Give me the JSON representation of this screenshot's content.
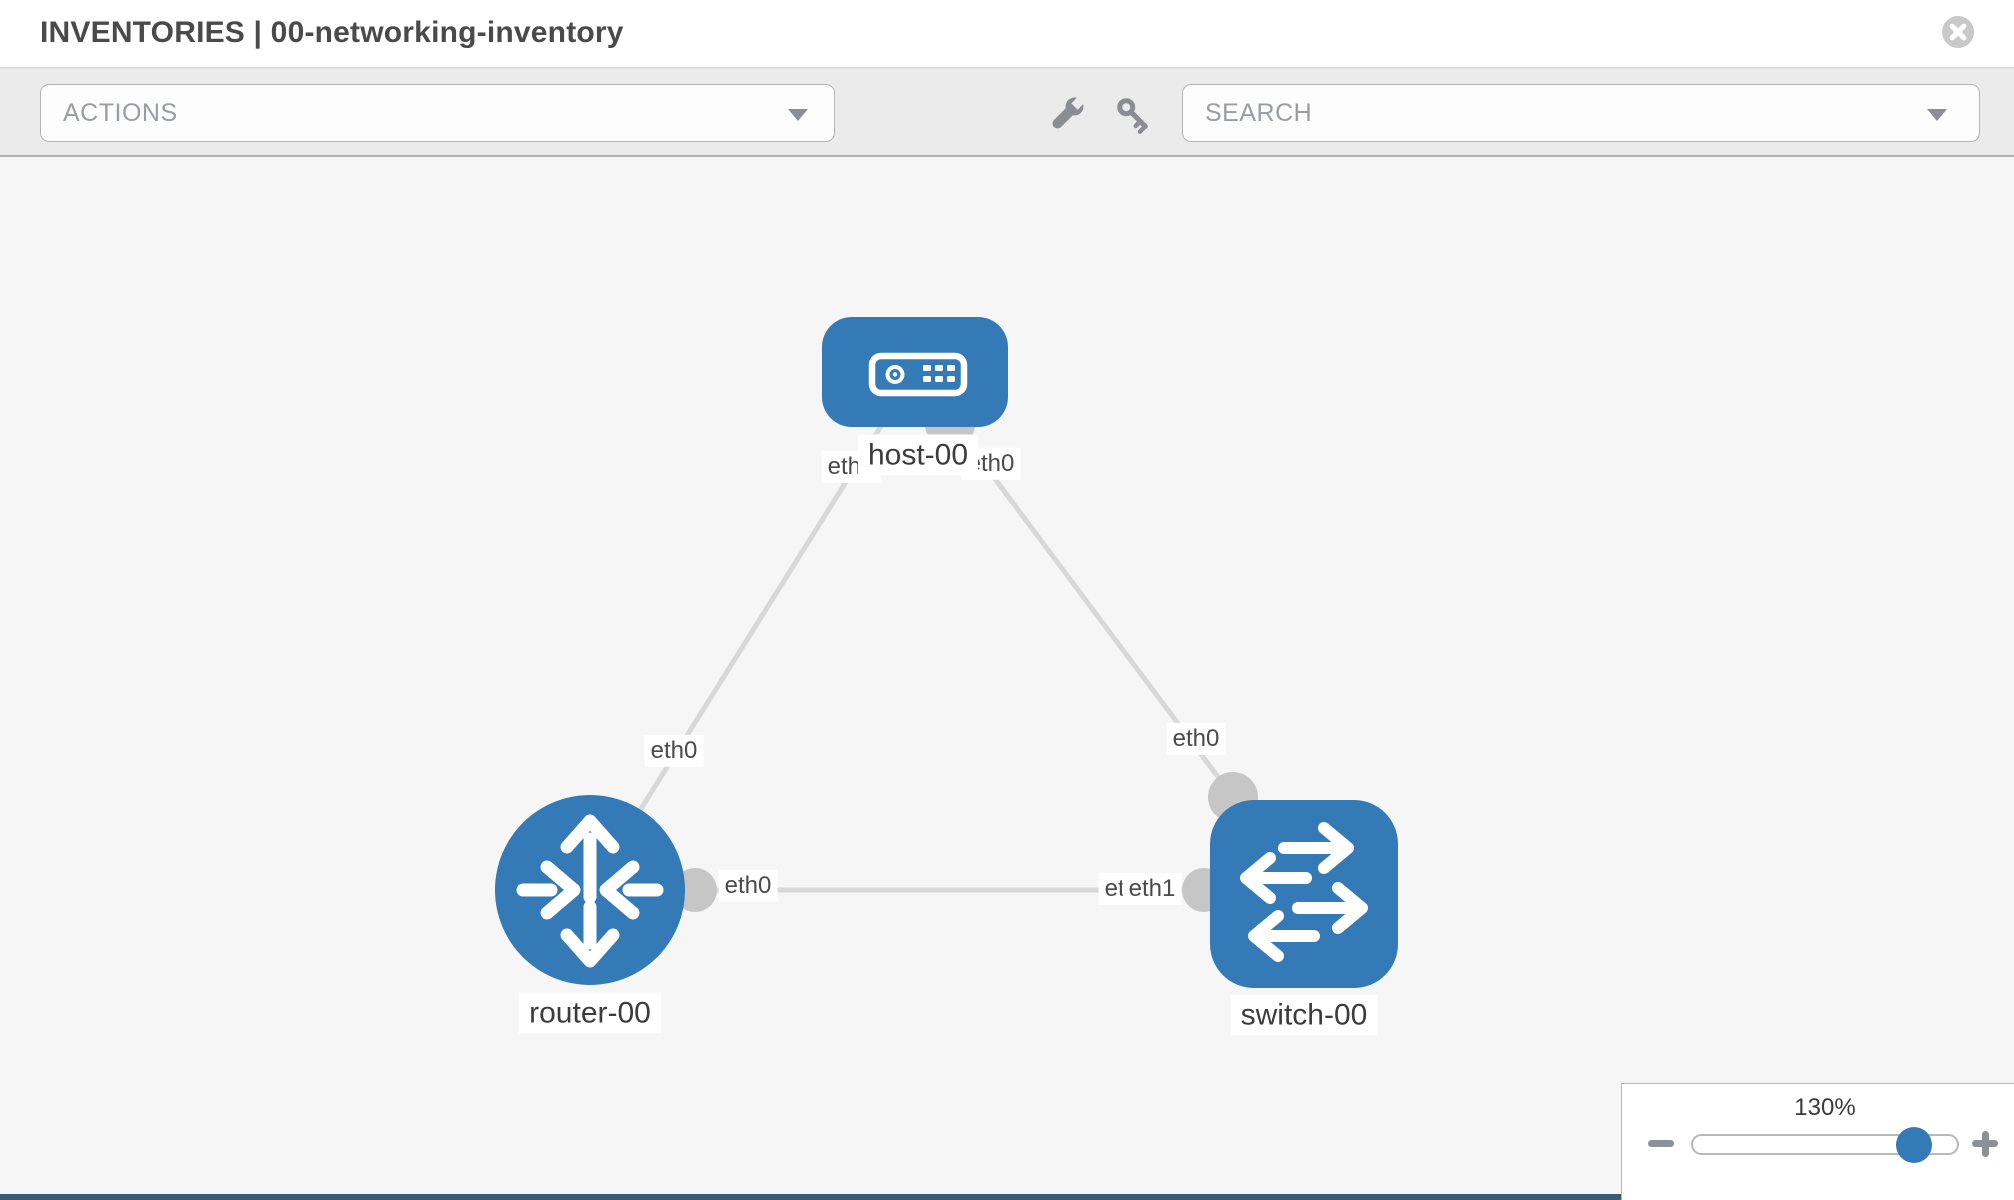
{
  "header": {
    "title": "INVENTORIES | 00-networking-inventory"
  },
  "toolbar": {
    "actions_label": "ACTIONS",
    "search_placeholder": "SEARCH"
  },
  "icons": {
    "close": "x-circle-icon",
    "actions_caret": "chevron-down-icon",
    "search_caret": "chevron-down-icon",
    "tools": [
      "wrench-icon",
      "key-icon"
    ],
    "zoom_out": "minus-icon",
    "zoom_in": "plus-icon"
  },
  "topology": {
    "nodes": [
      {
        "label": "host-00",
        "type": "host",
        "icon": "server-icon"
      },
      {
        "label": "router-00",
        "type": "router",
        "icon": "router-arrows-icon"
      },
      {
        "label": "switch-00",
        "type": "switch",
        "icon": "switch-arrows-icon"
      }
    ],
    "links": [
      {
        "source": "host-00",
        "source_interface": "eth0",
        "target": "router-00",
        "target_interface": "eth0"
      },
      {
        "source": "host-00",
        "source_interface": "eth0",
        "target": "switch-00",
        "target_interface": "eth0"
      },
      {
        "source": "router-00",
        "source_interface": "eth0",
        "target": "switch-00",
        "target_interface": "eth1"
      }
    ]
  },
  "zoom_control": {
    "value": "130%"
  },
  "colors": {
    "node_blue": "#337ab7",
    "link_gray": "#d8d8d8",
    "connector_gray": "#c6c6c6",
    "toolbar_gray": "#ebebeb",
    "canvas_gray": "#f6f6f6",
    "bottom_strip": "#3b5a77"
  }
}
